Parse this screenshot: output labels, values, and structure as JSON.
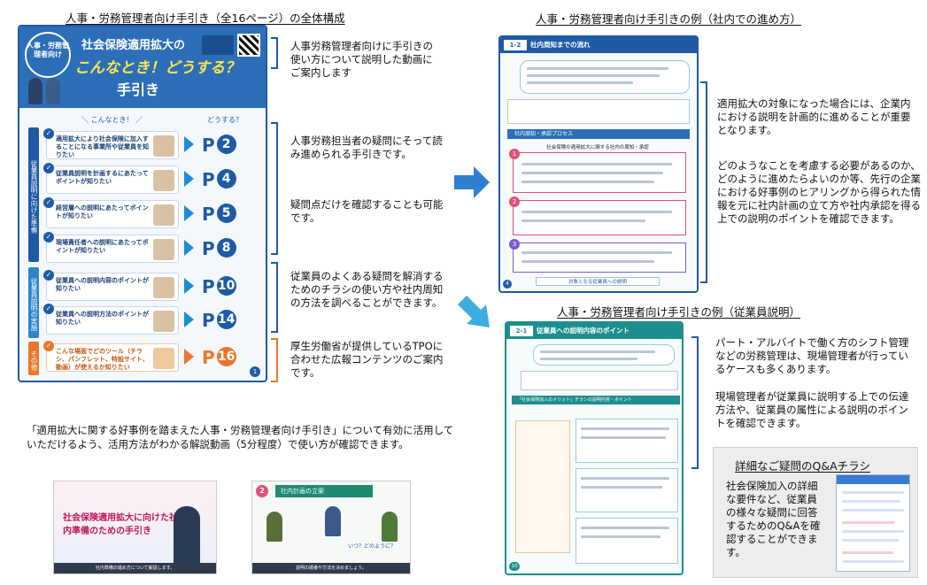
{
  "headings": {
    "overview": "人事・労務管理者向け手引き（全16ページ）の全体構成",
    "internal_example": "人事・労務管理者向け手引きの例（社内での進め方）",
    "employee_example": "人事・労務管理者向け手引きの例（従業員説明）"
  },
  "cover": {
    "badge": "人事・労務管理者向け",
    "title_line1": "社会保険適用拡大の",
    "title_line2": "こんなとき！どうする？",
    "title_line3": "手引き",
    "col_left_header": "＼ こんなとき！ ／",
    "col_right_header": "どうする？",
    "sections": [
      {
        "label": "従業員説明に向けた準備",
        "color": "#1f5aa6"
      },
      {
        "label": "従業員説明の実施",
        "color": "#2c86c9"
      },
      {
        "label": "その他",
        "color": "#e8772e"
      }
    ],
    "rows": [
      {
        "question": "適用拡大により社会保険に加入することになる事業所や従業員を知りたい",
        "page_prefix": "P",
        "page_num": "2"
      },
      {
        "question": "従業員説明を計画するにあたってポイントが知りたい",
        "page_prefix": "P",
        "page_num": "4"
      },
      {
        "question": "経営層への説明にあたってポイントが知りたい",
        "page_prefix": "P",
        "page_num": "5"
      },
      {
        "question": "現場責任者への説明にあたってポイントが知りたい",
        "page_prefix": "P",
        "page_num": "8"
      },
      {
        "question": "従業員への説明内容のポイントが知りたい",
        "page_prefix": "P",
        "page_num": "10"
      },
      {
        "question": "従業員への説明方法のポイントが知りたい",
        "page_prefix": "P",
        "page_num": "14"
      },
      {
        "question": "こんな場面でどのツール（チラシ、パンフレット、特設サイト、動画）が使えるか知りたい",
        "page_prefix": "P",
        "page_num": "16"
      }
    ],
    "page_corner": "1"
  },
  "descriptions": {
    "video_guide": "人事労務管理者向けに手引きの使い方について説明した動画にご案内します",
    "questions_flow": "人事労務担当者の疑問にそって読み進められる手引きです。",
    "check_only": "疑問点だけを確認することも可能です。",
    "flyer_usage": "従業員のよくある疑問を解消するためのチラシの使い方や社内周知の方法を調べることができます。",
    "tpo_content": "厚生労働省が提供しているTPOに合わせた広報コンテンツのご案内です。",
    "internal_plan": "適用拡大の対象になった場合には、企業内における説明を計画的に進めることが重要となります。",
    "internal_points": "どのようなことを考慮する必要があるのか、どのように進めたらよいのか等、先行の企業における好事例のヒアリングから得られた情報を元に社内計画の立て方や社内承認を得る上での説明のポイントを確認できます。",
    "shift_mgmt": "パート・アルバイトで働く方のシフト管理などの労務管理は、現場管理者が行っているケースも多くあります。",
    "field_manager": "現場管理者が従業員に説明する上での伝達方法や、従業員の属性による説明のポイントを確認できます。"
  },
  "bottom_text": "「適用拡大に関する好事例を踏まえた人事・労務管理者向け手引き」について有効に活用していただけるよう、活用方法がわかる解説動画（5分程度）で使い方が確認できます。",
  "videos": [
    {
      "title": "社会保険適用拡大に向けた社内準備のための手引き",
      "caption": "社内準備の進め方について解説します。"
    },
    {
      "step": "2",
      "title": "社内計画の立案",
      "bubble": "いつ？どのように？",
      "caption": "説明の順番や方法を決めましょう。"
    }
  ],
  "page_a": {
    "num": "1-2",
    "title": "社内周知までの流れ",
    "section_title": "社内周知・承認プロセス",
    "flow_title": "社会保険の適用拡大に関する社内の周知・承認",
    "steps": [
      "1",
      "2",
      "3"
    ],
    "footer": "対象となる従業員への説明",
    "corner": "4"
  },
  "page_b": {
    "num": "2-1",
    "title": "従業員への説明内容のポイント",
    "section_title": "「社会保険加入のメリット」チラシの説明内容・ポイント",
    "corner": "10"
  },
  "qa": {
    "title": "詳細なご疑問のQ&Aチラシ",
    "body": "社会保険加入の詳細な要件など、従業員の様々な疑問に回答するためのQ&Aを確認することができます。"
  },
  "colors": {
    "primary": "#1f5aa6",
    "accent_orange": "#e8772e",
    "arrow": "#2f7fd1",
    "teal": "#1d8e8e"
  }
}
